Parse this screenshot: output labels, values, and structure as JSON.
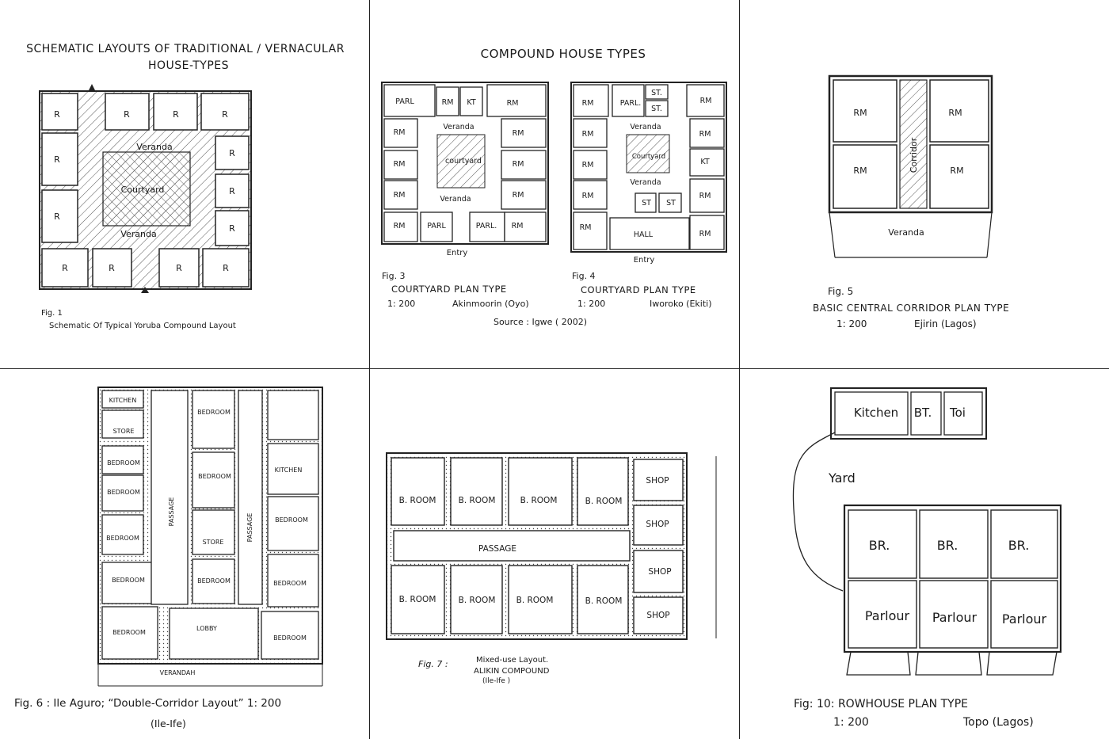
{
  "fig1": {
    "title_line1": "SCHEMATIC LAYOUTS OF TRADITIONAL / VERNACULAR",
    "title_line2": "HOUSE-TYPES",
    "room": "R",
    "veranda_top": "Veranda",
    "veranda_bottom": "Veranda",
    "courtyard": "Courtyard",
    "fig_label": "Fig. 1",
    "caption": "Schematic Of Typical Yoruba Compound Layout"
  },
  "fig34": {
    "title": "COMPOUND HOUSE TYPES",
    "fig3": {
      "parl": "PARL",
      "rm": "RM",
      "kt": "KT",
      "veranda_top": "Veranda",
      "veranda_bottom": "Veranda",
      "courtyard": "courtyard",
      "parl_b1": "PARL",
      "parl_b2": "PARL.",
      "entry": "Entry",
      "fig_label": "Fig. 3",
      "plan_type": "COURTYARD PLAN TYPE",
      "scale": "1: 200",
      "place": "Akinmoorin (Oyo)"
    },
    "fig4": {
      "rm": "RM",
      "parl": "PARL.",
      "st": "ST.",
      "st2": "ST",
      "veranda_top": "Veranda",
      "veranda_bottom": "Veranda",
      "courtyard": "Courtyard",
      "kt": "KT",
      "hall": "HALL",
      "entry": "Entry",
      "fig_label": "Fig. 4",
      "plan_type": "COURTYARD PLAN TYPE",
      "scale": "1: 200",
      "place": "Iworoko (Ekiti)"
    },
    "source": "Source : Igwe ( 2002)"
  },
  "fig5": {
    "rm": "RM",
    "corridor": "Corridor",
    "veranda": "Veranda",
    "fig_label": "Fig. 5",
    "plan_type": "BASIC CENTRAL CORRIDOR PLAN TYPE",
    "scale": "1: 200",
    "place": "Ejirin (Lagos)"
  },
  "fig6": {
    "kitchen": "KITCHEN",
    "store": "STORE",
    "bedroom": "BEDROOM",
    "passage": "PASSAGE",
    "lobby": "LOBBY",
    "verandah": "VERANDAH",
    "caption_line1": "Fig. 6 : Ile Aguro; “Double-Corridor Layout”   1: 200",
    "caption_line2": "(Ile-Ife)"
  },
  "fig7": {
    "broom": "B. ROOM",
    "shop": "SHOP",
    "passage": "PASSAGE",
    "fig_label": "Fig. 7 :",
    "caption_line1": "Mixed-use Layout.",
    "caption_line2": "ALIKIN COMPOUND",
    "caption_line3": "(Ile-Ife )"
  },
  "fig10": {
    "kitchen": "Kitchen",
    "bt": "BT.",
    "toi": "Toi",
    "yard": "Yard",
    "br": "BR.",
    "parlour": "Parlour",
    "fig_label": "Fig: 10: ROWHOUSE PLAN TYPE",
    "scale": "1: 200",
    "place": "Topo (Lagos)"
  }
}
